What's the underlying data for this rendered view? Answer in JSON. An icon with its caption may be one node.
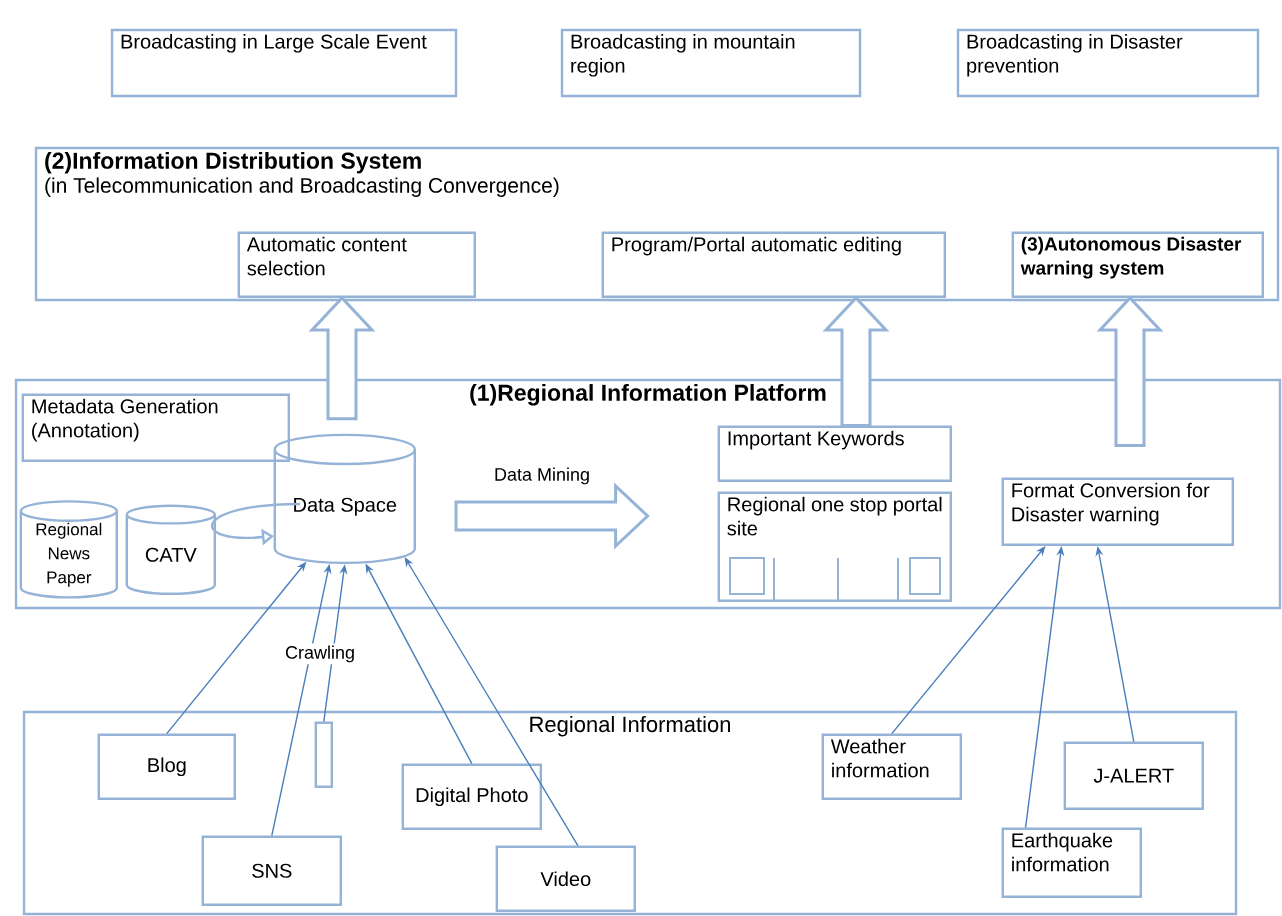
{
  "diagram": {
    "nodes": [
      {
        "text": [
          "Broadcasting in Large Scale Event"
        ]
      },
      {
        "text": [
          "Broadcasting in mountain region"
        ]
      },
      {
        "text": [
          "Broadcasting in Disaster prevention"
        ]
      },
      {
        "text": [
          "(2)Information Distribution System",
          "(in Telecommunication and Broadcasting Convergence)"
        ]
      },
      {
        "text": [
          "Automatic content selection"
        ],
        "in": 3
      },
      {
        "text": [
          "Program/Portal automatic editing"
        ],
        "in": 3
      },
      {
        "text": [
          "(3)Autonomous Disaster warning system"
        ],
        "in": 3
      },
      {
        "text": [
          "(1)Regional Information Platform"
        ]
      },
      {
        "text": [
          "Metadata Generation (Annotation)"
        ],
        "in": 7
      },
      {
        "text": [
          "Data Space"
        ],
        "in": 7
      },
      {
        "text": [
          "Regional News Paper"
        ],
        "in": 7
      },
      {
        "text": [
          "CATV"
        ],
        "in": 7
      },
      {
        "text": [
          "Important Keywords"
        ],
        "in": 7
      },
      {
        "text": [
          "Regional one stop portal site"
        ],
        "in": 7
      },
      {
        "text": [
          "Format Conversion for Disaster warning"
        ],
        "in": 7
      },
      {
        "text": [
          "Regional Information"
        ]
      },
      {
        "text": [
          "Blog"
        ],
        "in": 15
      },
      {
        "text": [],
        "shape": "box",
        "in": 15
      },
      {
        "text": [
          "Digital Photo"
        ],
        "in": 15
      },
      {
        "text": [
          "SNS"
        ],
        "in": 15
      },
      {
        "text": [
          "Video"
        ],
        "in": 15
      },
      {
        "text": [
          "Weather information"
        ],
        "in": 15
      },
      {
        "text": [
          "J-ALERT"
        ],
        "in": 15
      },
      {
        "text": [
          "Earthquake information"
        ],
        "in": 15
      }
    ],
    "edges": [
      {
        "from": 9,
        "to": 13,
        "arrow": "to",
        "style": "thick",
        "label": "Data Mining"
      },
      {
        "from": 7,
        "to": 4,
        "arrow": "to",
        "style": "thick"
      },
      {
        "from": 12,
        "to": 5,
        "arrow": "to",
        "style": "thick"
      },
      {
        "from": 14,
        "to": 6,
        "arrow": "to",
        "style": "thick"
      },
      {
        "from": 16,
        "to": 9,
        "arrow": "to"
      },
      {
        "from": 19,
        "to": 9,
        "arrow": "to"
      },
      {
        "from": 17,
        "to": 9,
        "arrow": "to",
        "label": "Crawling"
      },
      {
        "from": 18,
        "to": 9,
        "arrow": "to"
      },
      {
        "from": 20,
        "to": 9,
        "arrow": "to"
      },
      {
        "from": 21,
        "to": 14,
        "arrow": "to"
      },
      {
        "from": 23,
        "to": 14,
        "arrow": "to"
      },
      {
        "from": 22,
        "to": 14,
        "arrow": "to"
      }
    ]
  }
}
